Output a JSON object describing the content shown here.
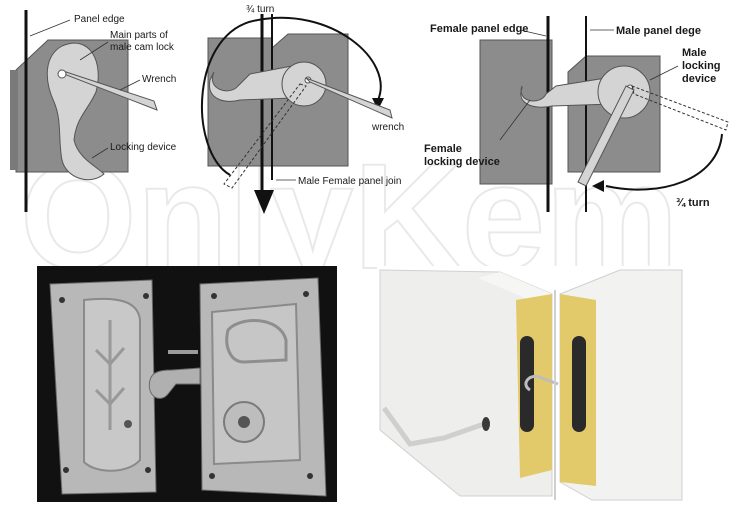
{
  "watermark": {
    "text": "OnlyKem",
    "color": "#e6e6e6"
  },
  "diagram1": {
    "label_panel_edge": "Panel edge",
    "label_main_parts_1": "Main parts of",
    "label_main_parts_2": "male cam lock",
    "label_wrench": "Wrench",
    "label_locking_device": "Locking device"
  },
  "diagram2": {
    "label_quarter_turn": "¾ turn",
    "label_wrench": "wrench",
    "label_join": "Male Female panel join"
  },
  "diagram3": {
    "label_female_edge": "Female panel edge",
    "label_male_edge": "Male panel dege",
    "label_male_device_1": "Male",
    "label_male_device_2": "locking",
    "label_male_device_3": "device",
    "label_female_device_1": "Female",
    "label_female_device_2": "locking device",
    "label_quarter_turn": "¾ turn"
  },
  "colors": {
    "panel_gray": "#8c8c8c",
    "lock_gray": "#d4d4d4",
    "foam_yellow": "#e2c96a",
    "photo_dark": "#111111"
  }
}
